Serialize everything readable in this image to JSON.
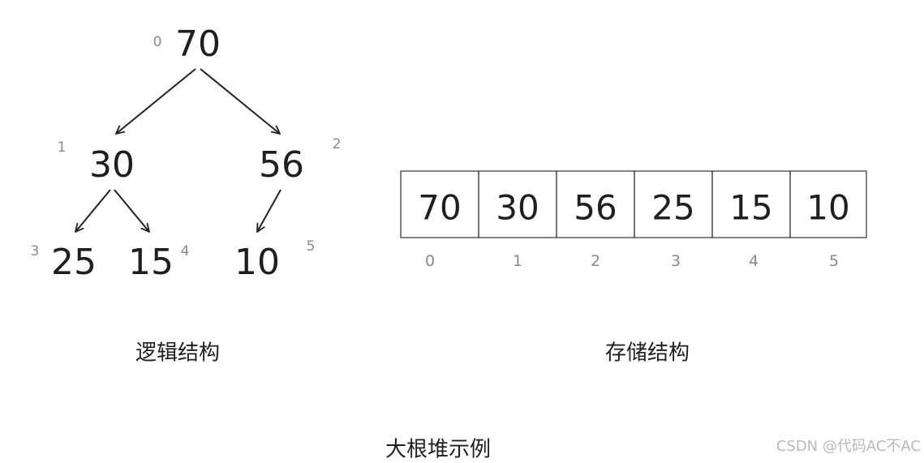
{
  "tree": {
    "nodes": [
      {
        "index": "0",
        "value": "70"
      },
      {
        "index": "1",
        "value": "30"
      },
      {
        "index": "2",
        "value": "56"
      },
      {
        "index": "3",
        "value": "25"
      },
      {
        "index": "4",
        "value": "15"
      },
      {
        "index": "5",
        "value": "10"
      }
    ],
    "caption": "逻辑结构"
  },
  "array": {
    "cells": [
      "70",
      "30",
      "56",
      "25",
      "15",
      "10"
    ],
    "indices": [
      "0",
      "1",
      "2",
      "3",
      "4",
      "5"
    ],
    "caption": "存储结构"
  },
  "title": "大根堆示例",
  "watermark": "CSDN @代码AC不AC",
  "colors": {
    "stroke": "#222222",
    "index_text": "#8a8a8a",
    "watermark": "#b9b9b9"
  }
}
